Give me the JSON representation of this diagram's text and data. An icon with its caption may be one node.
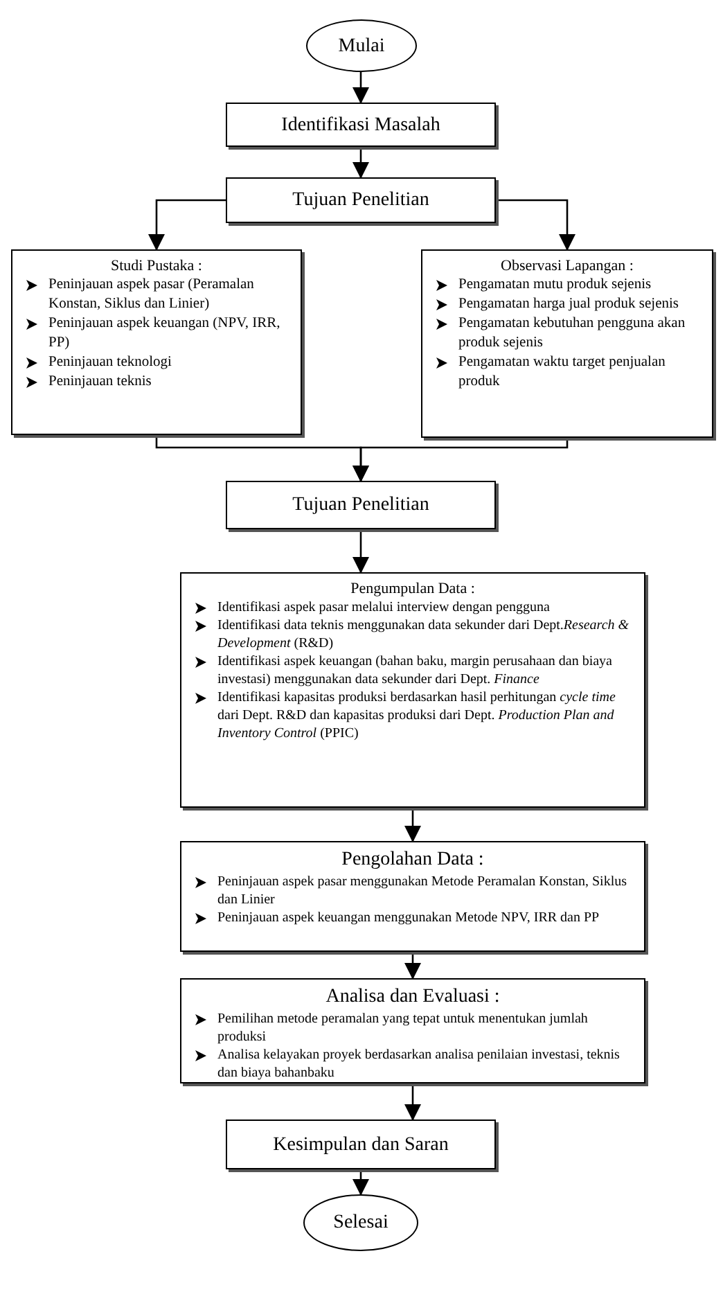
{
  "diagram": {
    "nodes": [
      {
        "text": [
          "Mulai"
        ]
      },
      {
        "text": [
          "Identifikasi Masalah"
        ]
      },
      {
        "text": [
          "Tujuan Penelitian"
        ]
      },
      {
        "text": [
          "Studi Pustaka :",
          "Peninjauan aspek pasar (Peramalan Konstan, Siklus dan Linier)",
          "Peninjauan aspek keuangan (NPV, IRR, PP)",
          "Peninjauan teknologi",
          "Peninjauan teknis"
        ]
      },
      {
        "text": [
          "Observasi Lapangan :",
          "Pengamatan mutu produk sejenis",
          "Pengamatan harga jual produk sejenis",
          "Pengamatan kebutuhan pengguna akan produk sejenis",
          "Pengamatan waktu target penjualan produk"
        ]
      },
      {
        "text": [
          "Tujuan Penelitian"
        ]
      },
      {
        "text": [
          "Pengumpulan Data :",
          "Identifikasi aspek pasar melalui interview dengan pengguna",
          "Identifikasi data teknis menggunakan data sekunder dari Dept.*Research & Development* (R&D)",
          "Identifikasi aspek keuangan (bahan baku, margin perusahaan dan biaya investasi) menggunakan data sekunder dari Dept. *Finance*",
          "Identifikasi kapasitas produksi berdasarkan hasil perhitungan *cycle time* dari Dept. R&D dan kapasitas produksi dari Dept. *Production Plan and Inventory Control* (PPIC)"
        ]
      },
      {
        "text": [
          "Pengolahan Data :",
          "Peninjauan aspek pasar menggunakan Metode Peramalan Konstan, Siklus dan Linier",
          "Peninjauan aspek keuangan menggunakan Metode NPV, IRR dan PP"
        ]
      },
      {
        "text": [
          "Analisa dan Evaluasi :",
          "Pemilihan metode peramalan yang tepat untuk menentukan jumlah produksi",
          "Analisa kelayakan proyek berdasarkan analisa penilaian investasi, teknis dan biaya bahanbaku"
        ]
      },
      {
        "text": [
          "Kesimpulan dan Saran"
        ]
      },
      {
        "text": [
          "Selesai"
        ]
      }
    ],
    "edges": [
      {
        "from": 0,
        "to": 1,
        "arrow": "to"
      },
      {
        "from": 1,
        "to": 2,
        "arrow": "to"
      },
      {
        "from": 2,
        "to": 3,
        "arrow": "to"
      },
      {
        "from": 2,
        "to": 4,
        "arrow": "to"
      },
      {
        "from": 3,
        "to": 5,
        "arrow": "to"
      },
      {
        "from": 4,
        "to": 5,
        "arrow": "to"
      },
      {
        "from": 5,
        "to": 6,
        "arrow": "to"
      },
      {
        "from": 6,
        "to": 7,
        "arrow": "to"
      },
      {
        "from": 7,
        "to": 8,
        "arrow": "to"
      },
      {
        "from": 8,
        "to": 9,
        "arrow": "to"
      },
      {
        "from": 9,
        "to": 10,
        "arrow": "to"
      }
    ]
  }
}
